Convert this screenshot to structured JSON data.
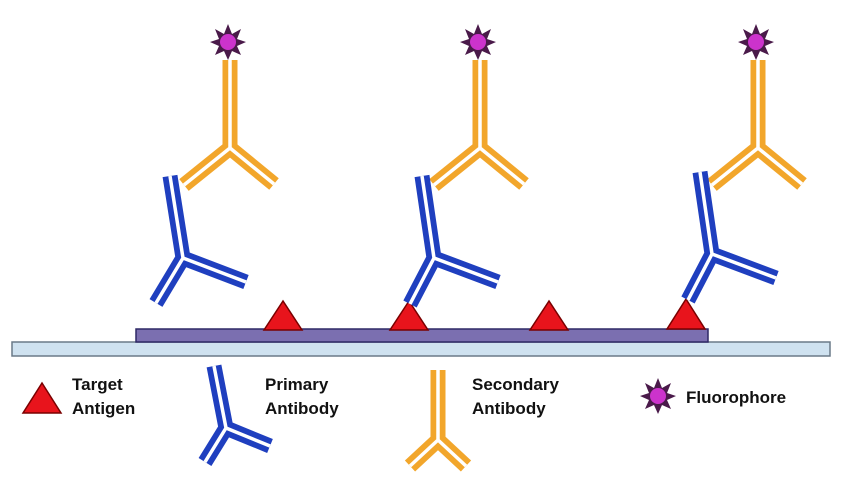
{
  "colors": {
    "primary_antibody": "#1f3fbf",
    "secondary_antibody": "#f2a62b",
    "antigen_fill": "#e8141c",
    "antigen_stroke": "#7a0000",
    "fluorophore_core": "#cc33cc",
    "fluorophore_rays": "#4a1a4a",
    "substrate": "#cfe2f0",
    "substrate_stroke": "#6a7a88",
    "membrane": "#7b6fb0",
    "membrane_stroke": "#2e2866"
  },
  "icons": {
    "target_antigen": "red-triangle",
    "primary_antibody": "blue-y-shape",
    "secondary_antibody": "orange-y-shape",
    "fluorophore": "purple-starburst"
  },
  "legend": {
    "antigen_line1": "Target",
    "antigen_line2": "Antigen",
    "primary_line1": "Primary",
    "primary_line2": "Antibody",
    "secondary_line1": "Secondary",
    "secondary_line2": "Antibody",
    "fluorophore": "Fluorophore"
  }
}
